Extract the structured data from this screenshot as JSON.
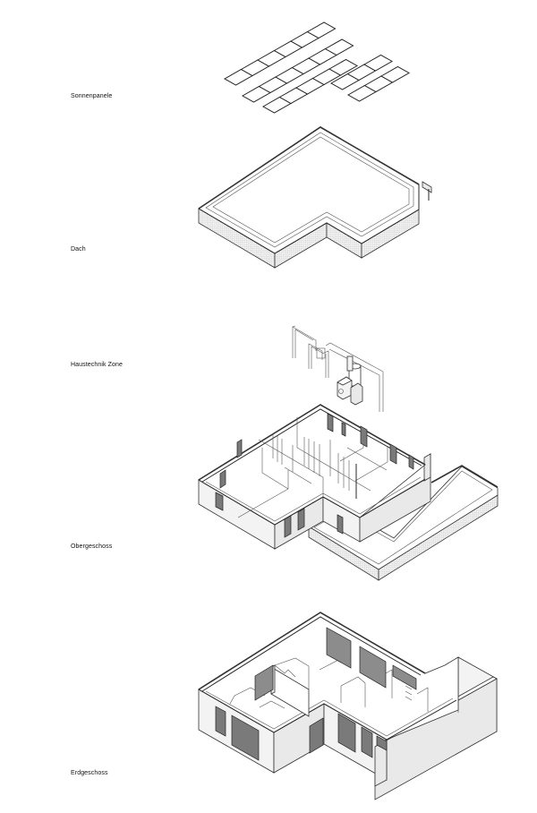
{
  "diagram": {
    "type": "exploded-isometric-building",
    "layers": [
      {
        "id": "solar",
        "label": "Sonnenpanele"
      },
      {
        "id": "roof",
        "label": "Dach"
      },
      {
        "id": "mep",
        "label": "Haustechnik Zone"
      },
      {
        "id": "upper",
        "label": "Obergeschoss"
      },
      {
        "id": "ground",
        "label": "Erdgeschoss"
      }
    ],
    "colors": {
      "line": "#2a2a2a",
      "glazing": "#7a7a7a",
      "wall": "#f3f3f3",
      "background": "#ffffff"
    }
  }
}
